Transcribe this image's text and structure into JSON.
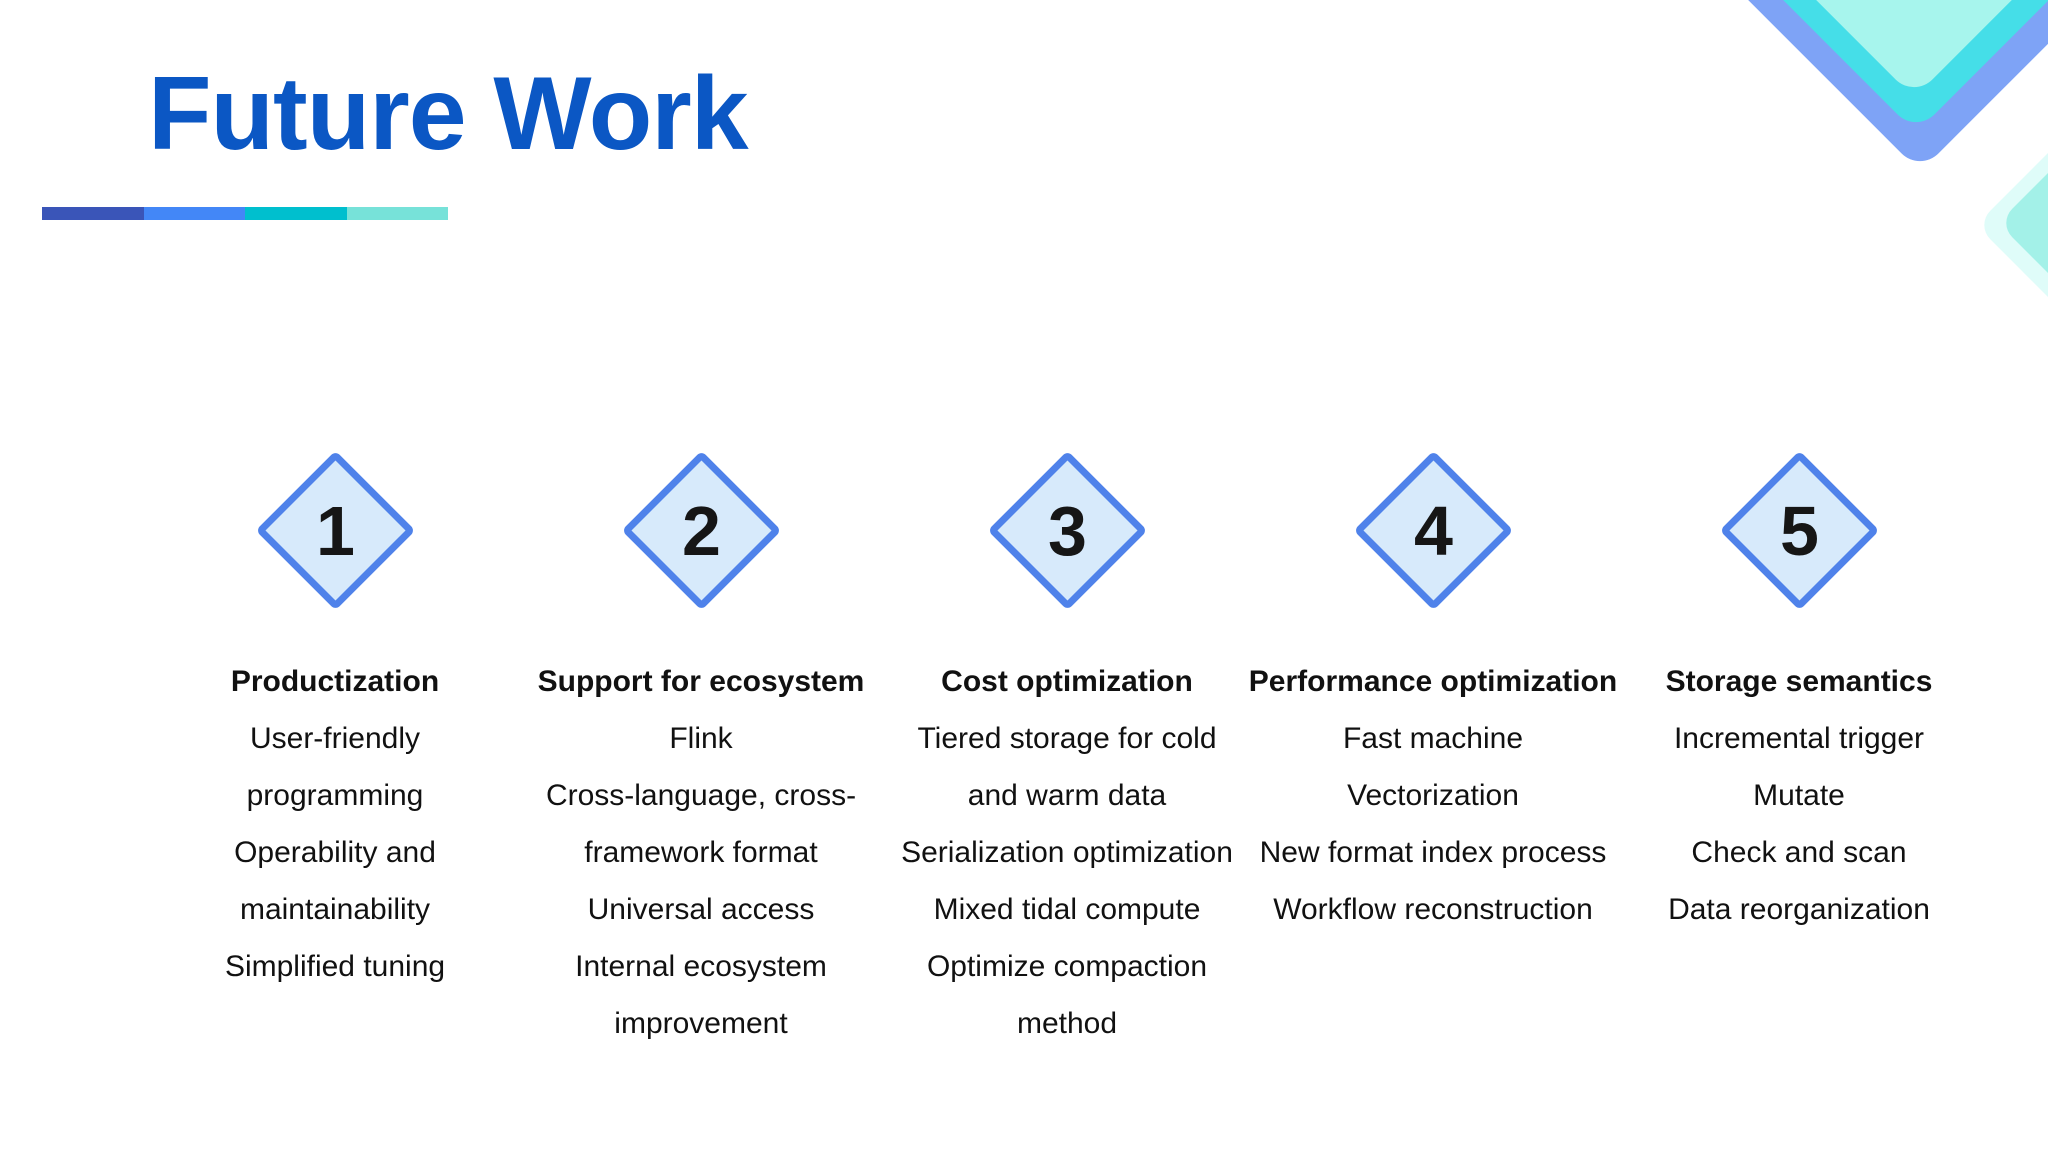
{
  "title": "Future Work",
  "colors": {
    "title": "#0B57C4",
    "body_text": "#111111",
    "accent_bar": [
      "#3A55B8",
      "#4387F7",
      "#00BFCE",
      "#77E2D9"
    ],
    "diamond_fill": "#D7EAFB",
    "diamond_border": "#4F82EA",
    "number": "#161616",
    "deco_blue": "#7EA3F6",
    "deco_cyan": "#45DEE8",
    "deco_pale": "#A7F5ED",
    "deco_small_outer": "#DFFCF9",
    "deco_small_inner": "#A3F1E8"
  },
  "columns": [
    {
      "number": "1",
      "title": "Productization",
      "lines": [
        "User-friendly",
        "programming",
        "Operability and",
        "maintainability",
        "Simplified tuning"
      ]
    },
    {
      "number": "2",
      "title": "Support for ecosystem",
      "lines": [
        "Flink",
        "Cross-language, cross-",
        "framework format",
        "Universal access",
        "Internal ecosystem",
        "improvement"
      ]
    },
    {
      "number": "3",
      "title": "Cost optimization",
      "lines": [
        "Tiered storage for cold",
        "and warm data",
        "Serialization optimization",
        "Mixed tidal compute",
        "Optimize compaction",
        "method"
      ]
    },
    {
      "number": "4",
      "title": "Performance optimization",
      "lines": [
        "Fast machine",
        "Vectorization",
        "New format index process",
        "Workflow reconstruction"
      ]
    },
    {
      "number": "5",
      "title": "Storage semantics",
      "lines": [
        "Incremental trigger",
        "Mutate",
        "Check and scan",
        "Data reorganization"
      ]
    }
  ]
}
